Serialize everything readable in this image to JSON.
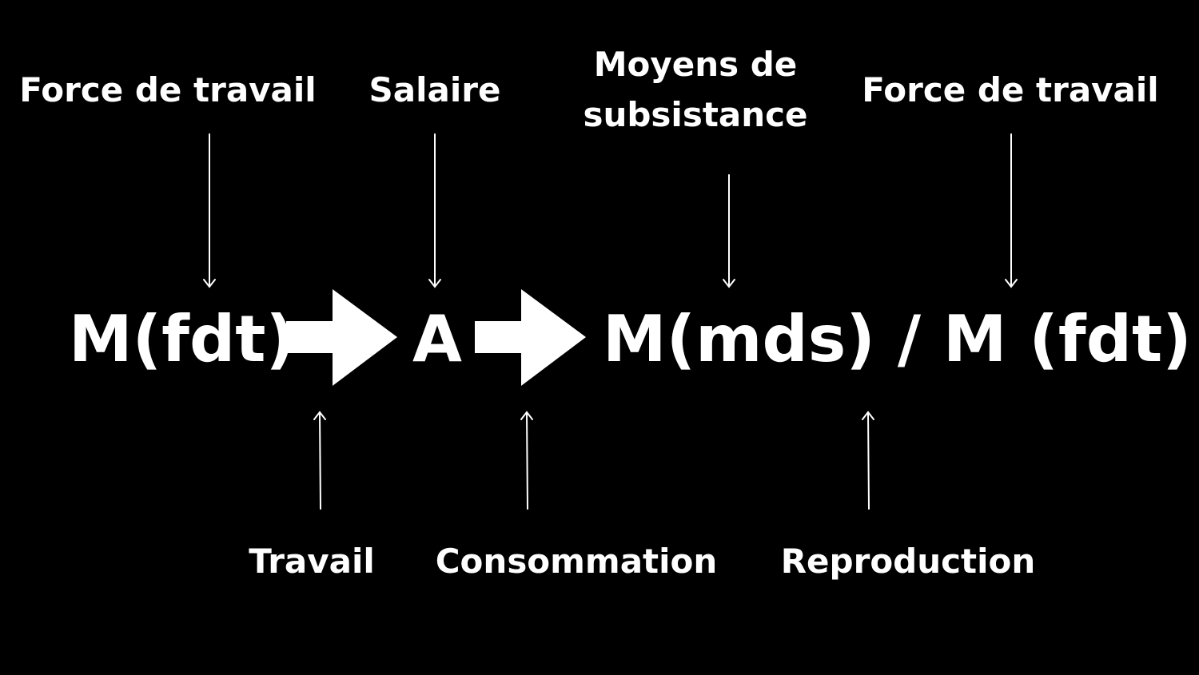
{
  "colors": {
    "background": "#000000",
    "foreground": "#ffffff"
  },
  "top_labels": {
    "force_de_travail_1": "Force de travail",
    "salaire": "Salaire",
    "moyens_line1": "Moyens de",
    "moyens_line2": "subsistance",
    "force_de_travail_2": "Force de travail"
  },
  "formula": {
    "term_1": "M(fdt)",
    "term_2": "A",
    "term_3": "M(mds) / M (fdt)"
  },
  "bottom_labels": {
    "travail": "Travail",
    "consommation": "Consommation",
    "reproduction": "Reproduction"
  },
  "icons": {
    "big_arrow": "right-block-arrow-icon",
    "down_pointer": "down-arrow-icon",
    "up_pointer": "up-arrow-icon"
  }
}
